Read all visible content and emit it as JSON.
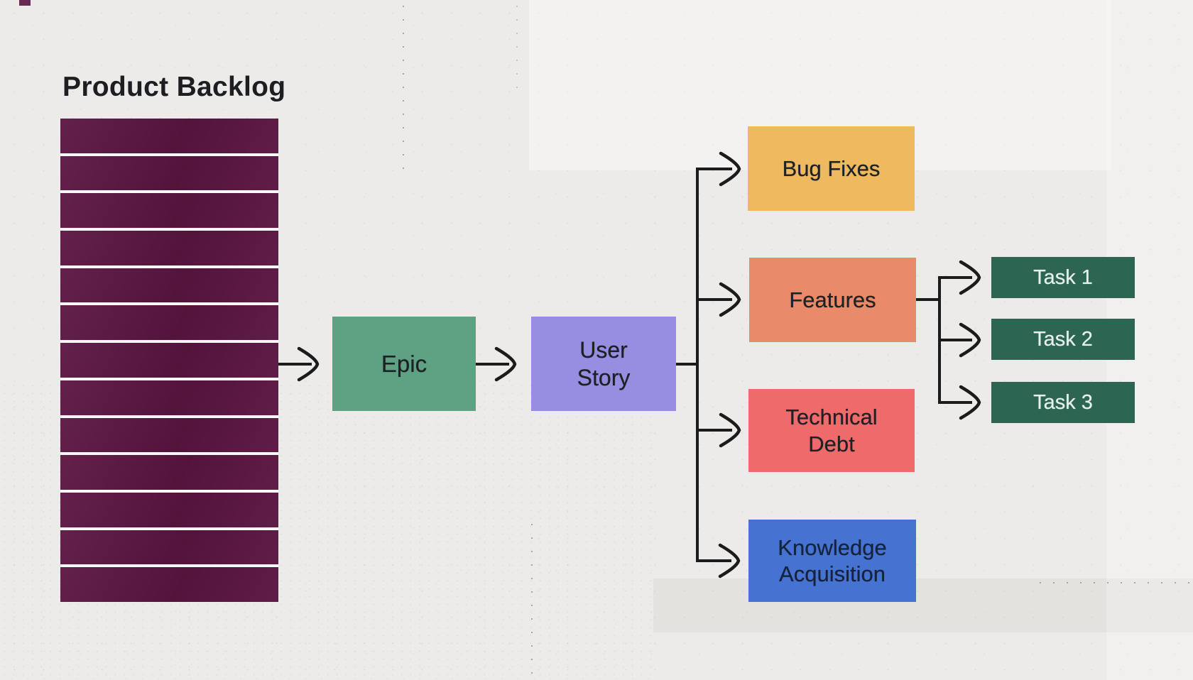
{
  "title": "Product Backlog",
  "canvas_bg": "#ecebe9",
  "title_color": "#1d1e22",
  "connector_color": "#1b1b1b",
  "backlog": {
    "rows": 13,
    "color": "#5a1541",
    "separator_color": "#faf8f6"
  },
  "nodes": {
    "epic": {
      "label": "Epic",
      "color": "#5fa283",
      "text_color": "#1d2025"
    },
    "user_story": {
      "label": "User Story",
      "color": "#988ee1",
      "text_color": "#1d2025"
    },
    "bug_fixes": {
      "label": "Bug Fixes",
      "color": "#eeb95f",
      "text_color": "#1e2126"
    },
    "features": {
      "label": "Features",
      "color": "#e98a68",
      "text_color": "#1e2126"
    },
    "technical_debt": {
      "label": "Technical Debt",
      "color": "#ee6a6b",
      "text_color": "#1e2126"
    },
    "knowledge_acquisition": {
      "label": "Knowledge Acquisition",
      "color": "#4673d2",
      "text_color": "#15233d"
    },
    "task_1": {
      "label": "Task 1",
      "color": "#2d6553",
      "text_color": "#e6f1ec"
    },
    "task_2": {
      "label": "Task 2",
      "color": "#2d6553",
      "text_color": "#e6f1ec"
    },
    "task_3": {
      "label": "Task 3",
      "color": "#2d6553",
      "text_color": "#e6f1ec"
    }
  }
}
